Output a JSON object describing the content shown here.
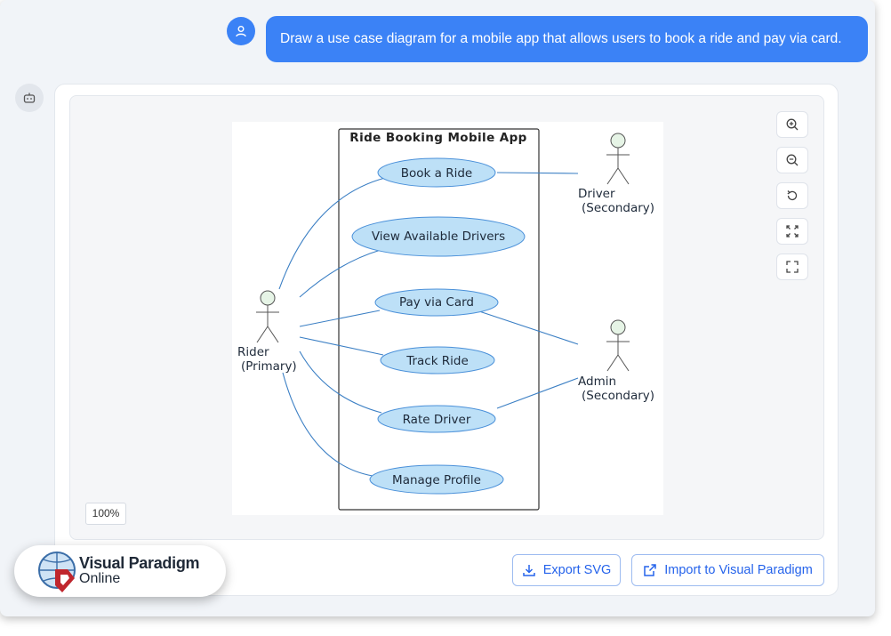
{
  "user_message": "Draw a use case diagram for a mobile app that allows users to book a ride and pay via card.",
  "diagram": {
    "system_title": "Ride Booking Mobile App",
    "use_cases": [
      "Book a Ride",
      "View Available Drivers",
      "Pay via Card",
      "Track Ride",
      "Rate Driver",
      "Manage Profile"
    ],
    "actors": {
      "rider": {
        "name": "Rider",
        "role": "(Primary)"
      },
      "driver": {
        "name": "Driver",
        "role": "(Secondary)"
      },
      "admin": {
        "name": "Admin",
        "role": "(Secondary)"
      }
    }
  },
  "toolbar": {
    "zoom_in": "zoom-in-icon",
    "zoom_out": "zoom-out-icon",
    "reset": "reset-icon",
    "fit": "fit-icon",
    "fullscreen": "fullscreen-icon"
  },
  "zoom_level": "100%",
  "actions": {
    "export_svg": "Export SVG",
    "import_vp": "Import to Visual Paradigm"
  },
  "brand": {
    "name": "Visual Paradigm",
    "sub": "Online"
  },
  "colors": {
    "accent": "#3b82f6",
    "link": "#2563eb",
    "usecase_fill": "#bde0f7",
    "usecase_stroke": "#4a90d9",
    "actor_head": "#e6f4e6"
  }
}
